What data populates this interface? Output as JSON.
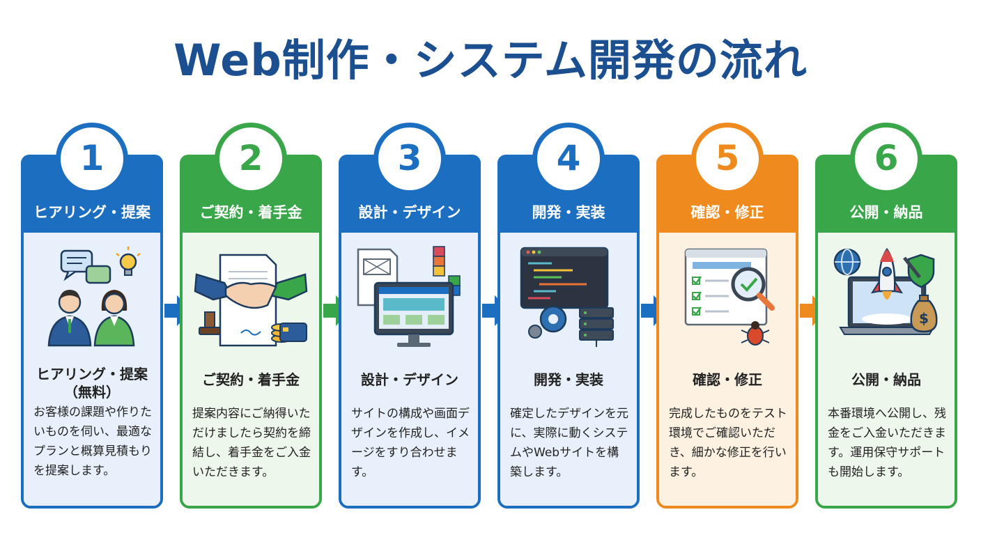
{
  "title": "Web制作・システム開発の流れ",
  "colors": {
    "blue": "#1c6fc0",
    "green": "#3aa64a",
    "orange": "#ef8a1e",
    "title": "#1b4f8f"
  },
  "steps": [
    {
      "number": "1",
      "header": "ヒアリング・提案",
      "subtitle": "ヒアリング・提案（無料）",
      "description": "お客様の課題や作りたいものを伺い、最適なプランと概算見積もりを提案します。",
      "color": "blue",
      "icons": [
        "speech-bubble-icon",
        "lightbulb-icon",
        "businessman-icon",
        "businesswoman-icon"
      ]
    },
    {
      "number": "2",
      "header": "ご契約・着手金",
      "subtitle": "ご契約・着手金",
      "description": "提案内容にご納得いただけましたら契約を締結し、着手金をご入金いただきます。",
      "color": "green",
      "icons": [
        "handshake-icon",
        "contract-document-icon",
        "stamp-icon",
        "coins-icon",
        "credit-card-icon"
      ]
    },
    {
      "number": "3",
      "header": "設計・デザイン",
      "subtitle": "設計・デザイン",
      "description": "サイトの構成や画面デザインを作成し、イメージをすり合わせます。",
      "color": "blue",
      "icons": [
        "wireframe-icon",
        "color-palette-icon",
        "monitor-icon"
      ]
    },
    {
      "number": "4",
      "header": "開発・実装",
      "subtitle": "開発・実装",
      "description": "確定したデザインを元に、実際に動くシステムやWebサイトを構築します。",
      "color": "blue",
      "icons": [
        "code-editor-icon",
        "gear-icon",
        "server-icon"
      ]
    },
    {
      "number": "5",
      "header": "確認・修正",
      "subtitle": "確認・修正",
      "description": "完成したものをテスト環境でご確認いただき、細かな修正を行います。",
      "color": "orange",
      "icons": [
        "checklist-icon",
        "magnifier-icon",
        "bug-icon"
      ]
    },
    {
      "number": "6",
      "header": "公開・納品",
      "subtitle": "公開・納品",
      "description": "本番環境へ公開し、残金をご入金いただきます。運用保守サポートも開始します。",
      "color": "green",
      "icons": [
        "globe-icon",
        "rocket-icon",
        "laptop-icon",
        "tools-shield-icon",
        "money-bag-icon"
      ]
    }
  ],
  "arrows": [
    "blue",
    "green",
    "blue",
    "blue",
    "orange"
  ]
}
